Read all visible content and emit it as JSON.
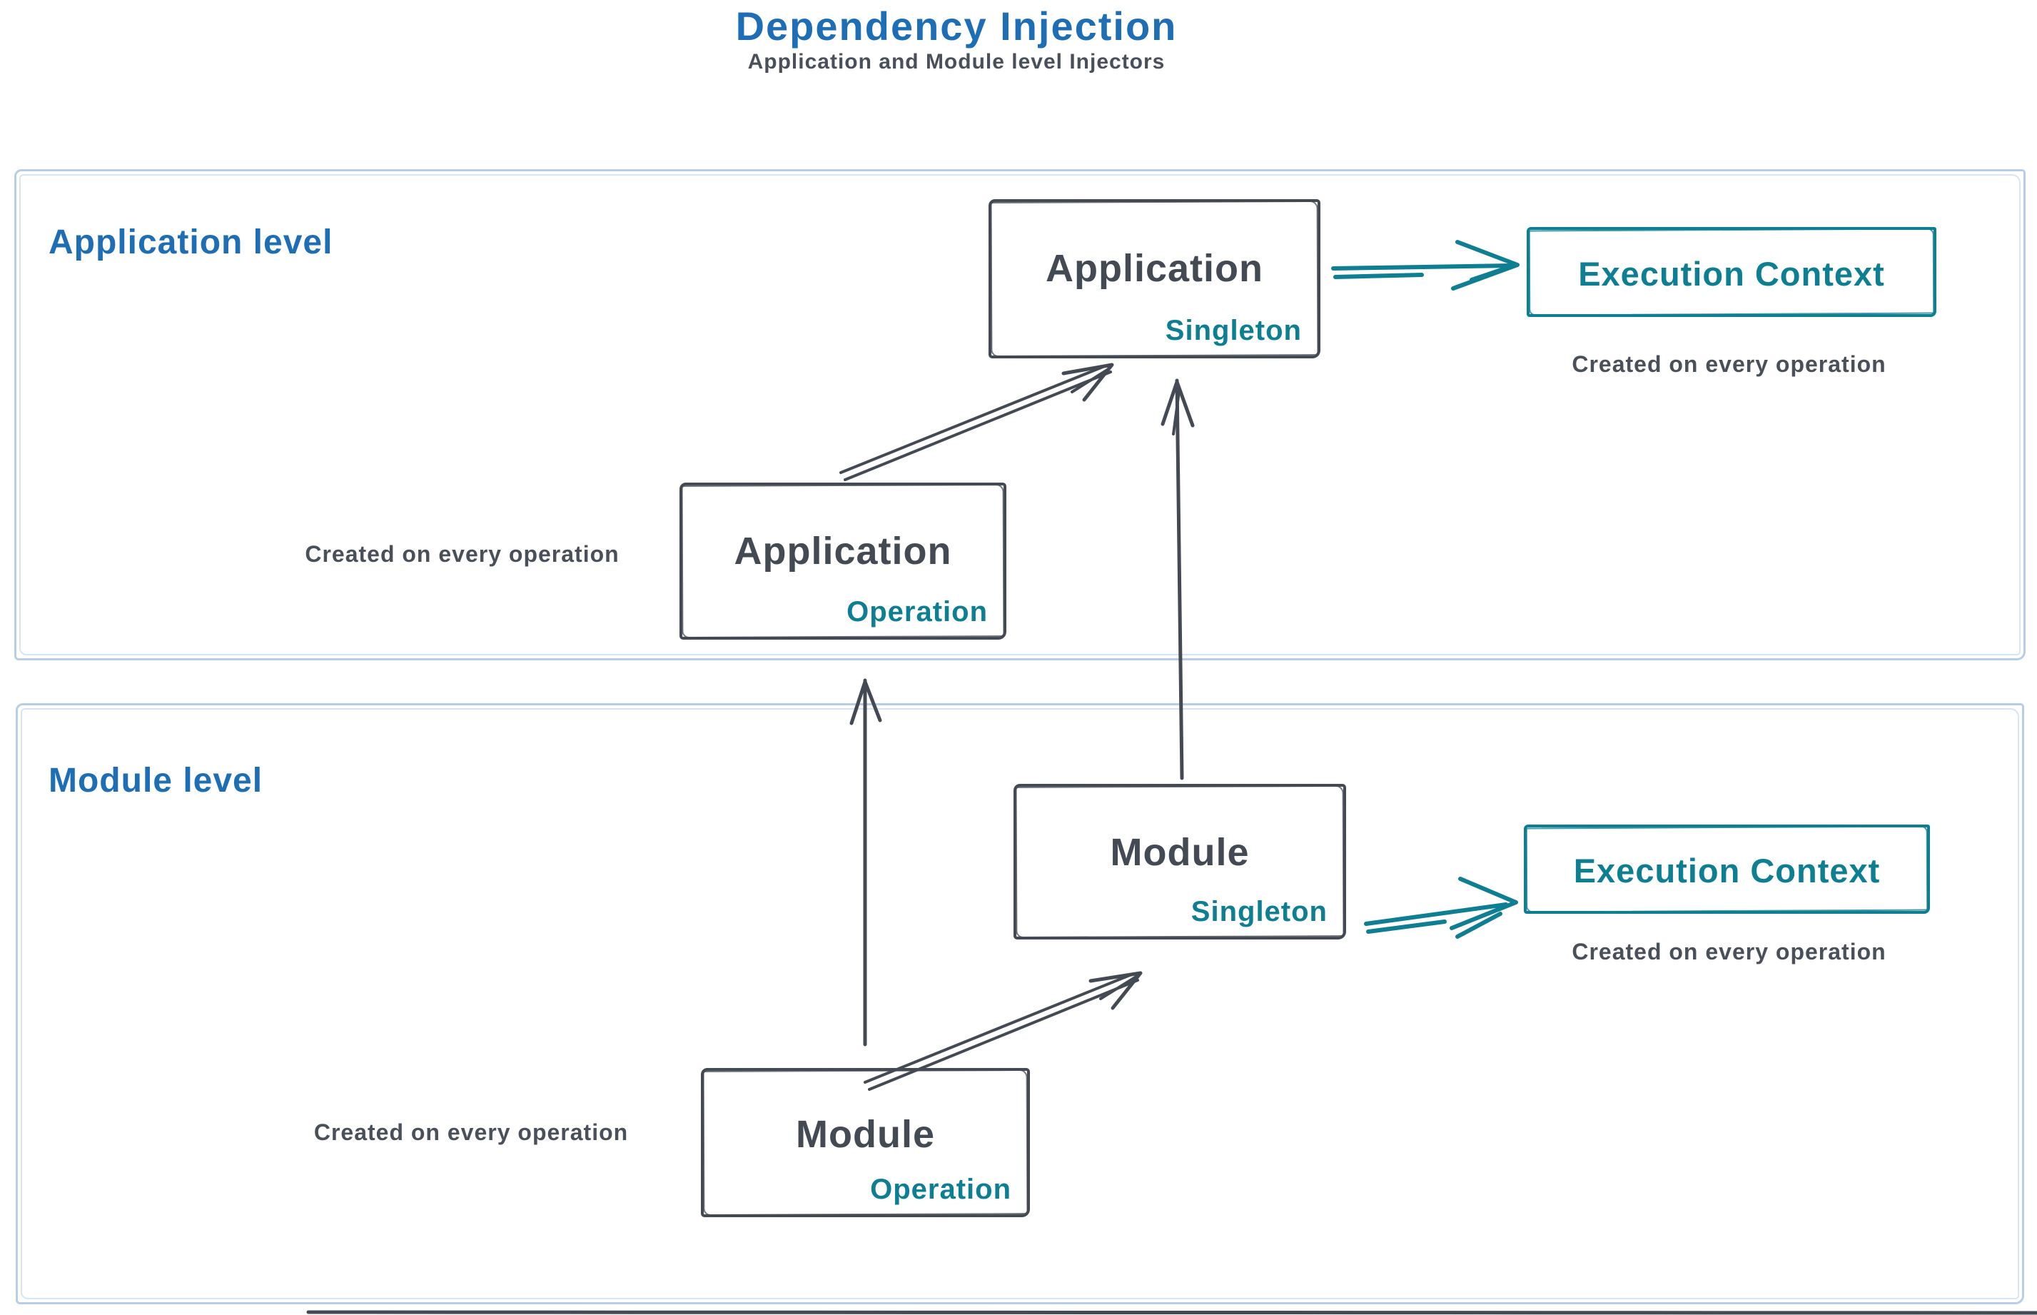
{
  "title": "Dependency Injection",
  "subtitle": "Application and Module level Injectors",
  "colors": {
    "blue": "#1e6eb5",
    "dark_stroke": "#434a53",
    "teal": "#0e7f92",
    "section_border": "#b7cde8",
    "caption_gray": "#4a5059"
  },
  "application_level": {
    "label": "Application level",
    "singleton_box": {
      "name": "Application",
      "scope": "Singleton"
    },
    "operation_box": {
      "name": "Application",
      "scope": "Operation"
    },
    "operation_caption": "Created on every operation",
    "execution_context": {
      "label": "Execution Context",
      "caption": "Created on every operation"
    }
  },
  "module_level": {
    "label": "Module level",
    "singleton_box": {
      "name": "Module",
      "scope": "Singleton"
    },
    "operation_box": {
      "name": "Module",
      "scope": "Operation"
    },
    "operation_caption": "Created on every operation",
    "execution_context": {
      "label": "Execution Context",
      "caption": "Created on every operation"
    }
  }
}
